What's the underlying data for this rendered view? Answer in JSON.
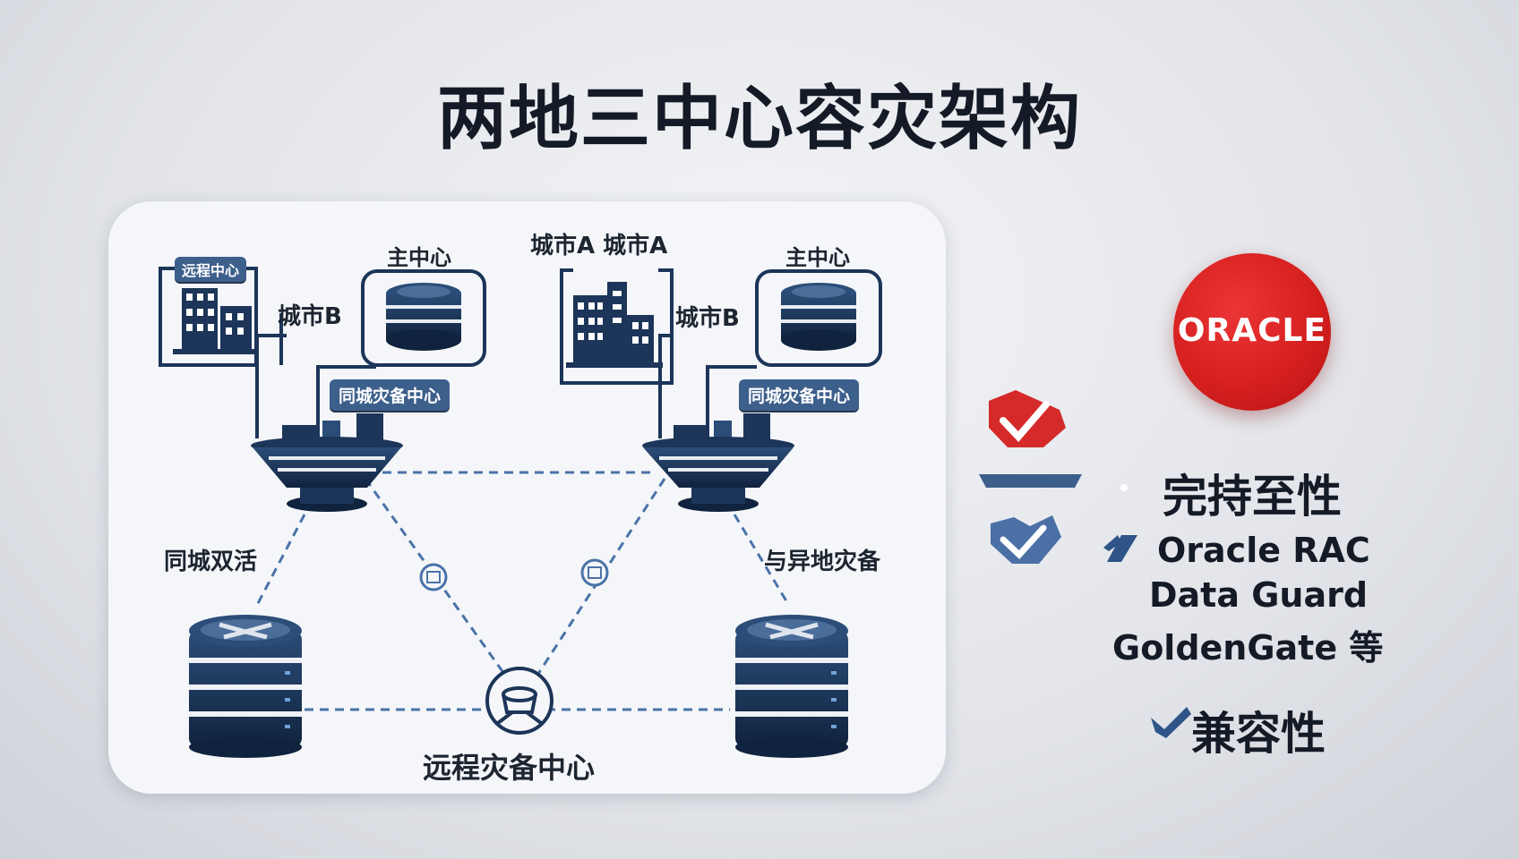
{
  "title": "两地三中心容灾架构",
  "labels": {
    "remote_center_tag": "远程中心",
    "main_center_left": "主中心",
    "city_b_left": "城市B",
    "same_city_tag_left": "同城灾备中心",
    "city_a": "城市A 城市A",
    "main_center_right": "主中心",
    "city_b_right": "城市B",
    "same_city_tag_right": "同城灾备中心",
    "same_city_active": "同城双活",
    "remote_dr": "与异地灾备",
    "remote_dr_center": "远程灾备中心"
  },
  "oracle": {
    "logo_text": "ORACLE"
  },
  "right_panel": {
    "heading": "完持至性",
    "products": [
      "Oracle RAC",
      "Data Guard",
      "GoldenGate 等"
    ],
    "compat": "兼容性"
  },
  "colors": {
    "navy": "#1c3559",
    "steel": "#3d5f8c",
    "oracle_red": "#d41e1e",
    "check_red": "#d52a2a",
    "check_blue": "#4a70a6"
  },
  "icons": [
    "building-icon",
    "database-icon",
    "hub-icon",
    "server-stack-icon",
    "network-icon",
    "check-icon",
    "oracle-logo"
  ]
}
